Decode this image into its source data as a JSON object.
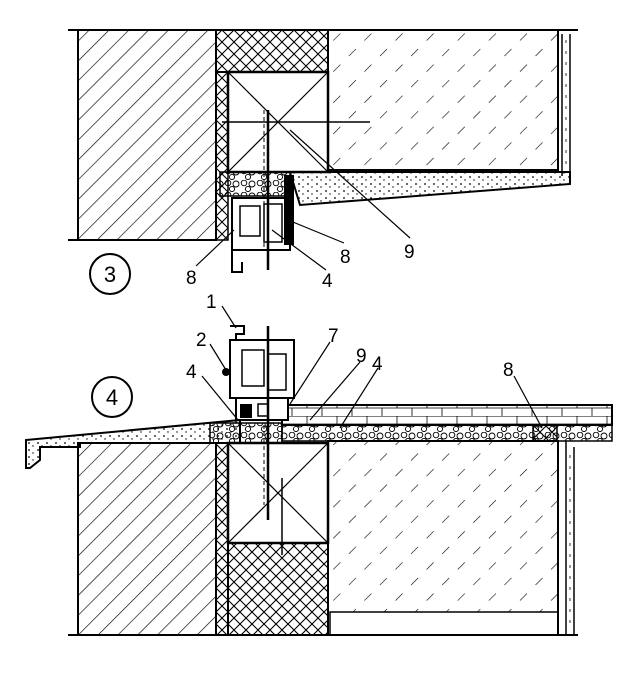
{
  "detail_markers": [
    "3",
    "4"
  ],
  "callouts": {
    "top": [
      "9",
      "8",
      "8",
      "4"
    ],
    "bottom": [
      "1",
      "2",
      "4",
      "7",
      "9",
      "4",
      "8"
    ]
  },
  "colors": {
    "ink": "#000000",
    "paper": "#ffffff"
  }
}
